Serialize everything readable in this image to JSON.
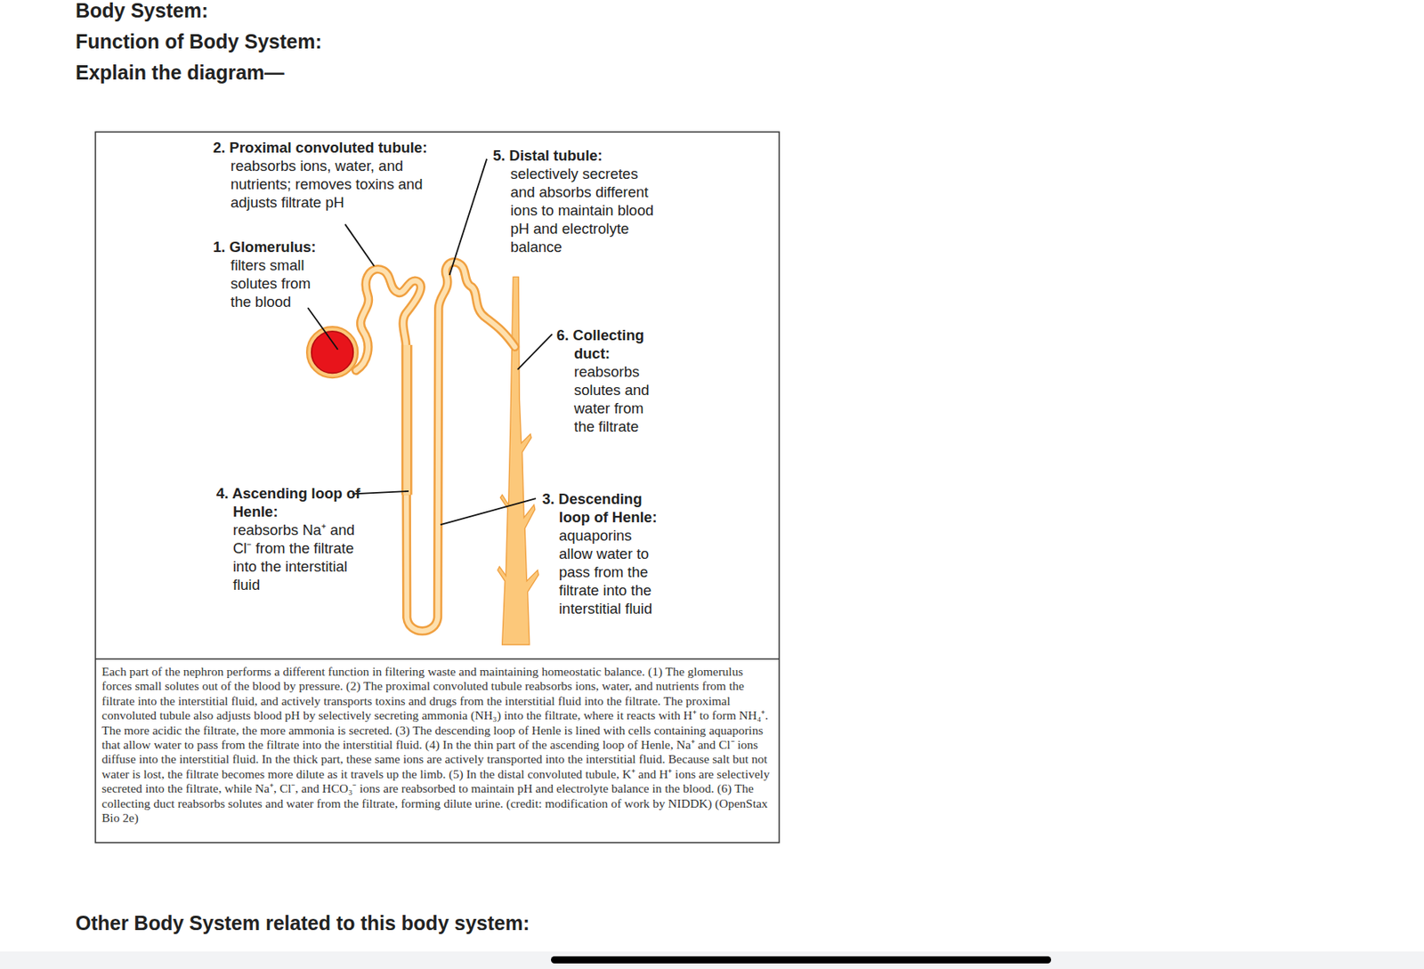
{
  "diagram": {
    "caption": "Each part of the nephron performs a different function in filtering waste and maintaining homeostatic balance. (1) The glomerulus forces small solutes out of the blood by pressure. (2) The proximal convoluted tubule reabsorbs ions, water, and nutrients from the filtrate into the interstitial fluid, and actively transports toxins and drugs from the interstitial fluid into the filtrate. The proximal convoluted tubule also adjusts blood pH by selectively secreting ammonia (NH₃) into the filtrate, where it reacts with H⁺ to form NH₄⁺. The more acidic the filtrate, the more ammonia is secreted. (3) The descending loop of Henle is lined with cells containing aquaporins that allow water to pass from the filtrate into the interstitial fluid. (4) In the thin part of the ascending loop of Henle, Na⁺ and Cl⁻ ions diffuse into the interstitial fluid. In the thick part, these same ions are actively transported into the interstitial fluid. Because salt but not water is lost, the filtrate becomes more dilute as it travels up the limb. (5) In the distal convoluted tubule, K⁺ and H⁺ ions are selectively secreted into the filtrate, while Na⁺, Cl⁻, and HCO₃⁻ ions are reabsorbed to maintain pH and electrolyte balance in the blood. (6) The collecting duct reabsorbs solutes and water from the filtrate, forming dilute urine. (credit: modification of work by NIDDK) (OpenStax Bio 2e)",
    "labels": [
      "Body System:",
      "Function of Body System:",
      "Explain the diagram—",
      "2. Proximal convoluted tubule:",
      "reabsorbs ions, water, and nutrients; removes toxins and adjusts filtrate pH",
      "5. Distal tubule:",
      "selectively secretes and absorbs different ions to maintain blood pH and electrolyte balance",
      "1. Glomerulus:",
      "filters small solutes from the blood",
      "6. Collecting duct:",
      "reabsorbs solutes and water from the filtrate",
      "4. Ascending loop of Henle:",
      "reabsorbs Na⁺ and Cl⁻ from the filtrate into the interstitial fluid",
      "3. Descending loop of Henle:",
      "aquaporins allow water to pass from the filtrate into the interstitial fluid",
      "Other Body System related to this body system:"
    ]
  }
}
